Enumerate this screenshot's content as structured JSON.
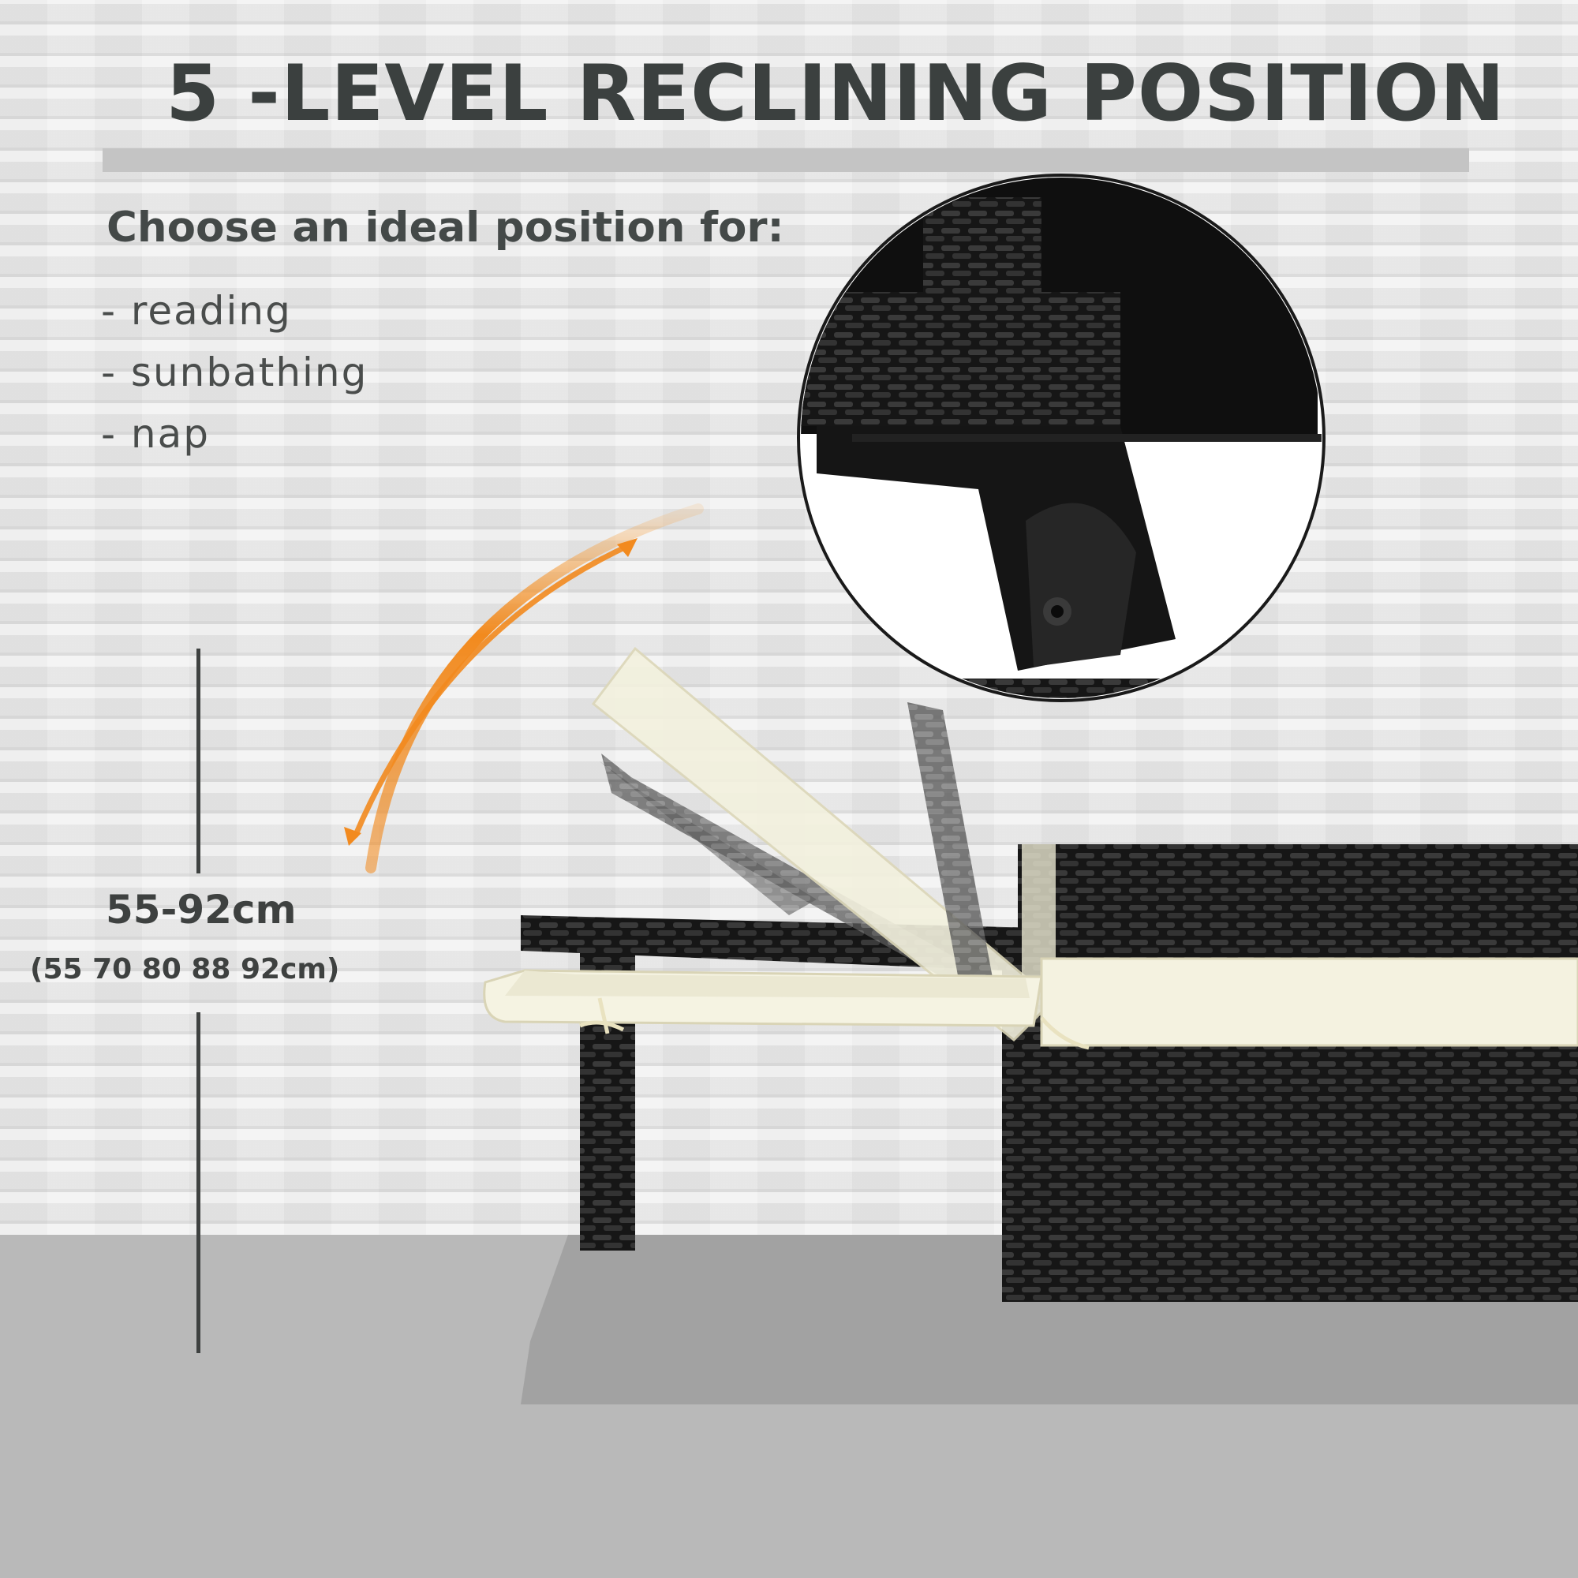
{
  "heading": "5 -LEVEL RECLINING POSITION",
  "subheading": "Choose an ideal position for:",
  "uses": [
    "- reading",
    "- sunbathing",
    "- nap"
  ],
  "dimension": {
    "range": "55-92cm",
    "levels": "(55 70 80 88 92cm)"
  },
  "colors": {
    "text": "#3b403f",
    "arrow": "#f28a1e",
    "rattan": "#1c1c1c",
    "cushion": "#f3f1de",
    "wall": "#e4e4e4",
    "floor": "#b9b9b9"
  },
  "icons": [
    "recline-arrow-icon"
  ]
}
